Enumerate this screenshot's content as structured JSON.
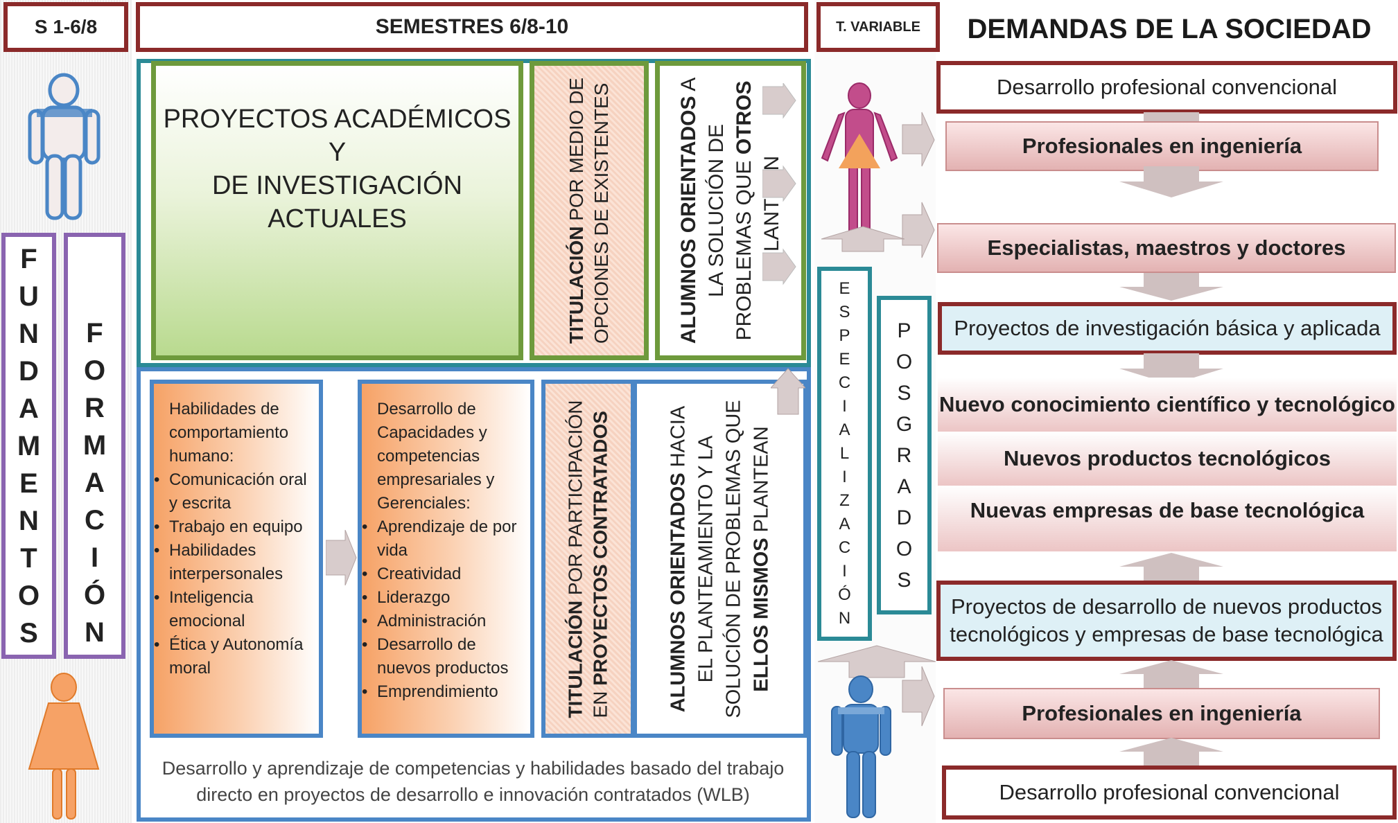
{
  "headers": {
    "s1": "S 1-6/8",
    "semestres": "SEMESTRES 6/8-10",
    "tvariable": "T. VARIABLE",
    "demandas": "DEMANDAS DE LA SOCIEDAD"
  },
  "left": {
    "fundamentos": [
      "F",
      "U",
      "N",
      "D",
      "A",
      "M",
      "E",
      "N",
      "T",
      "O",
      "S"
    ],
    "formacion": [
      "F",
      "O",
      "R",
      "M",
      "A",
      "C",
      "I",
      "Ó",
      "N"
    ]
  },
  "top": {
    "proyectos": [
      "PROYECTOS ACADÉMICOS Y",
      "DE INVESTIGACIÓN",
      "ACTUALES"
    ],
    "titulacion_bold": "TITULACIÓN",
    "titulacion_line1_rest": " POR MEDIO DE",
    "titulacion_line2": "OPCIONES DE EXISTENTES",
    "alumnos_bold": "ALUMNOS ORIENTADOS",
    "alumnos_line1_rest": " A",
    "alumnos_line2": "LA SOLUCIÓN DE",
    "alumnos_line3_pre": "PROBLEMAS QUE ",
    "alumnos_line3_bold": "OTROS",
    "alumnos_line4": "PLANTEAN"
  },
  "bottom": {
    "habilidades_intro": [
      "Habilidades de",
      "comportamiento",
      "humano:"
    ],
    "habilidades_items": [
      "Comunicación oral y escrita",
      "Trabajo en equipo",
      "Habilidades interpersonales",
      "Inteligencia emocional",
      "Ética y Autonomía moral"
    ],
    "desarrollo_intro": [
      "Desarrollo de",
      "Capacidades y",
      "competencias",
      "empresariales y",
      "Gerenciales:"
    ],
    "desarrollo_items": [
      "Aprendizaje de por vida",
      "Creatividad",
      "Liderazgo",
      "Administración",
      "Desarrollo de nuevos productos",
      "Emprendimiento"
    ],
    "titulacion_bold": "TITULACIÓN",
    "titulacion_line1_rest": " POR PARTICIPACIÓN",
    "titulacion_line2_pre": "EN ",
    "titulacion_line2_bold": "PROYECTOS CONTRATADOS",
    "alumnos_bold": "ALUMNOS ORIENTADOS",
    "alumnos_line1_rest": " HACIA",
    "alumnos_line2": "EL PLANTEAMIENTO Y LA",
    "alumnos_line3": "SOLUCIÓN DE PROBLEMAS QUE",
    "alumnos_line4_bold": "ELLOS MISMOS",
    "alumnos_line4_rest": " PLANTEAN",
    "footer_line1": "Desarrollo y aprendizaje de competencias y habilidades basado del trabajo",
    "footer_line2": "directo en proyectos de desarrollo e innovación contratados (WLB)"
  },
  "middle": {
    "especializacion": [
      "E",
      "S",
      "P",
      "E",
      "C",
      "I",
      "A",
      "L",
      "I",
      "Z",
      "A",
      "C",
      "I",
      "Ó",
      "N"
    ],
    "posgrados": [
      "P",
      "O",
      "S",
      "G",
      "R",
      "A",
      "D",
      "O",
      "S"
    ]
  },
  "demands": [
    "Desarrollo profesional convencional",
    "Profesionales en ingeniería",
    "Especialistas, maestros y doctores",
    "Proyectos  de investigación básica y aplicada",
    "Nuevo conocimiento científico y tecnológico",
    "Nuevos productos tecnológicos",
    "Nuevas empresas de base tecnológica",
    "Proyectos  de desarrollo de nuevos productos",
    "tecnológicos y empresas  de base tecnológica",
    "Profesionales en ingeniería",
    "Desarrollo profesional convencional"
  ],
  "colors": {
    "red_border": "#8b2a2a",
    "green_border": "#6e9a3c",
    "blue_border": "#4a86c6",
    "teal_border": "#2b8a96",
    "purple_border": "#8a64b0",
    "orange": "#f6a266",
    "pink": "#c24d8b"
  }
}
